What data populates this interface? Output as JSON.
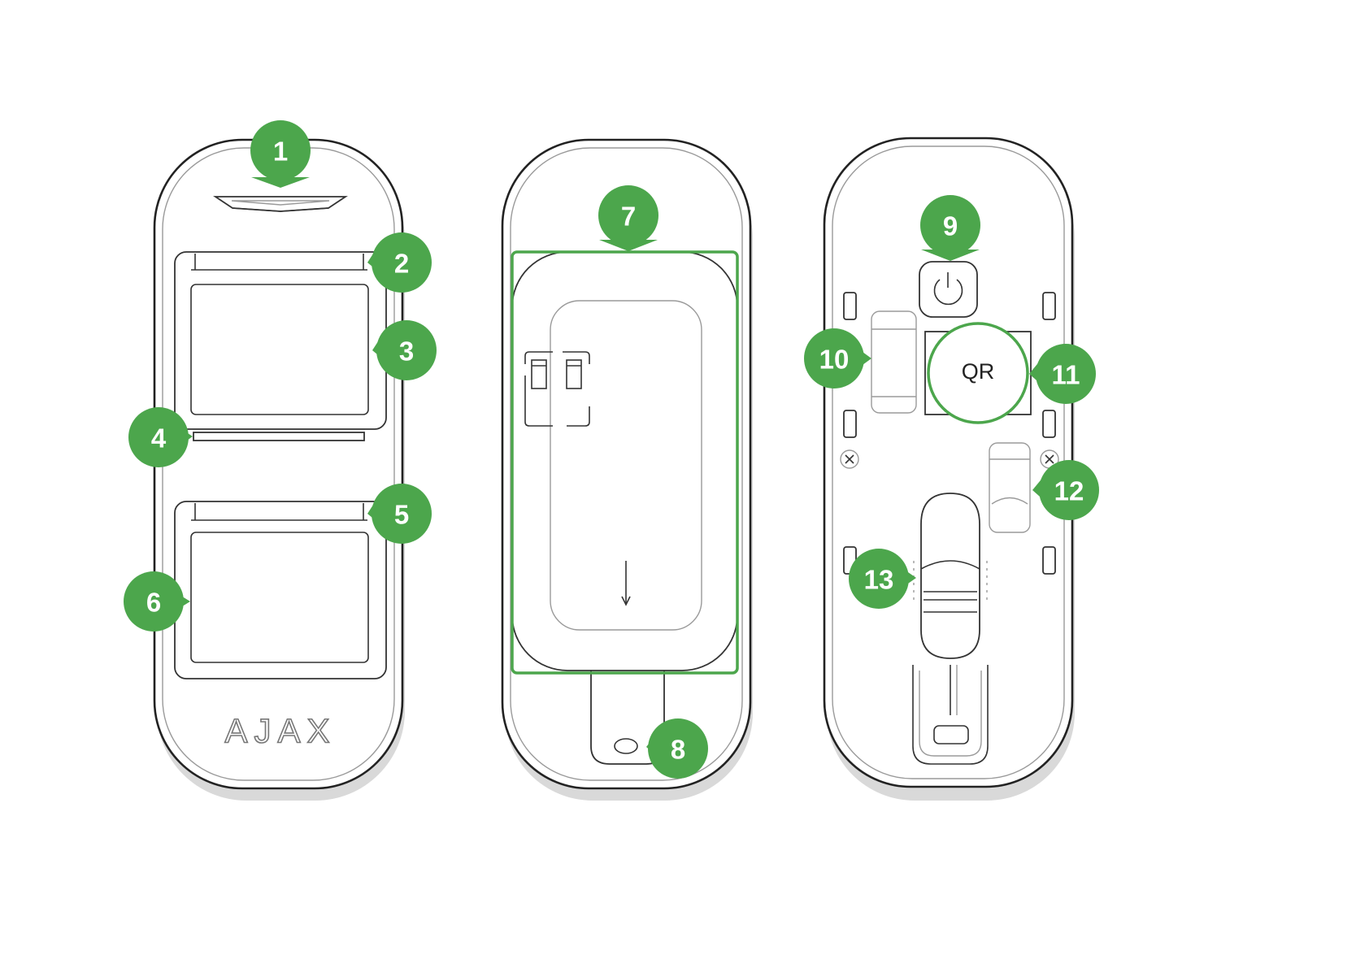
{
  "devices": {
    "front": {
      "brand_logo_text": "AJAX"
    },
    "back": {},
    "mount": {
      "qr_label": "QR"
    }
  },
  "callouts": [
    "1",
    "2",
    "3",
    "4",
    "5",
    "6",
    "7",
    "8",
    "9",
    "10",
    "11",
    "12",
    "13"
  ],
  "colors": {
    "accent": "#4ca64c",
    "stroke": "#222222",
    "background": "#ffffff"
  }
}
